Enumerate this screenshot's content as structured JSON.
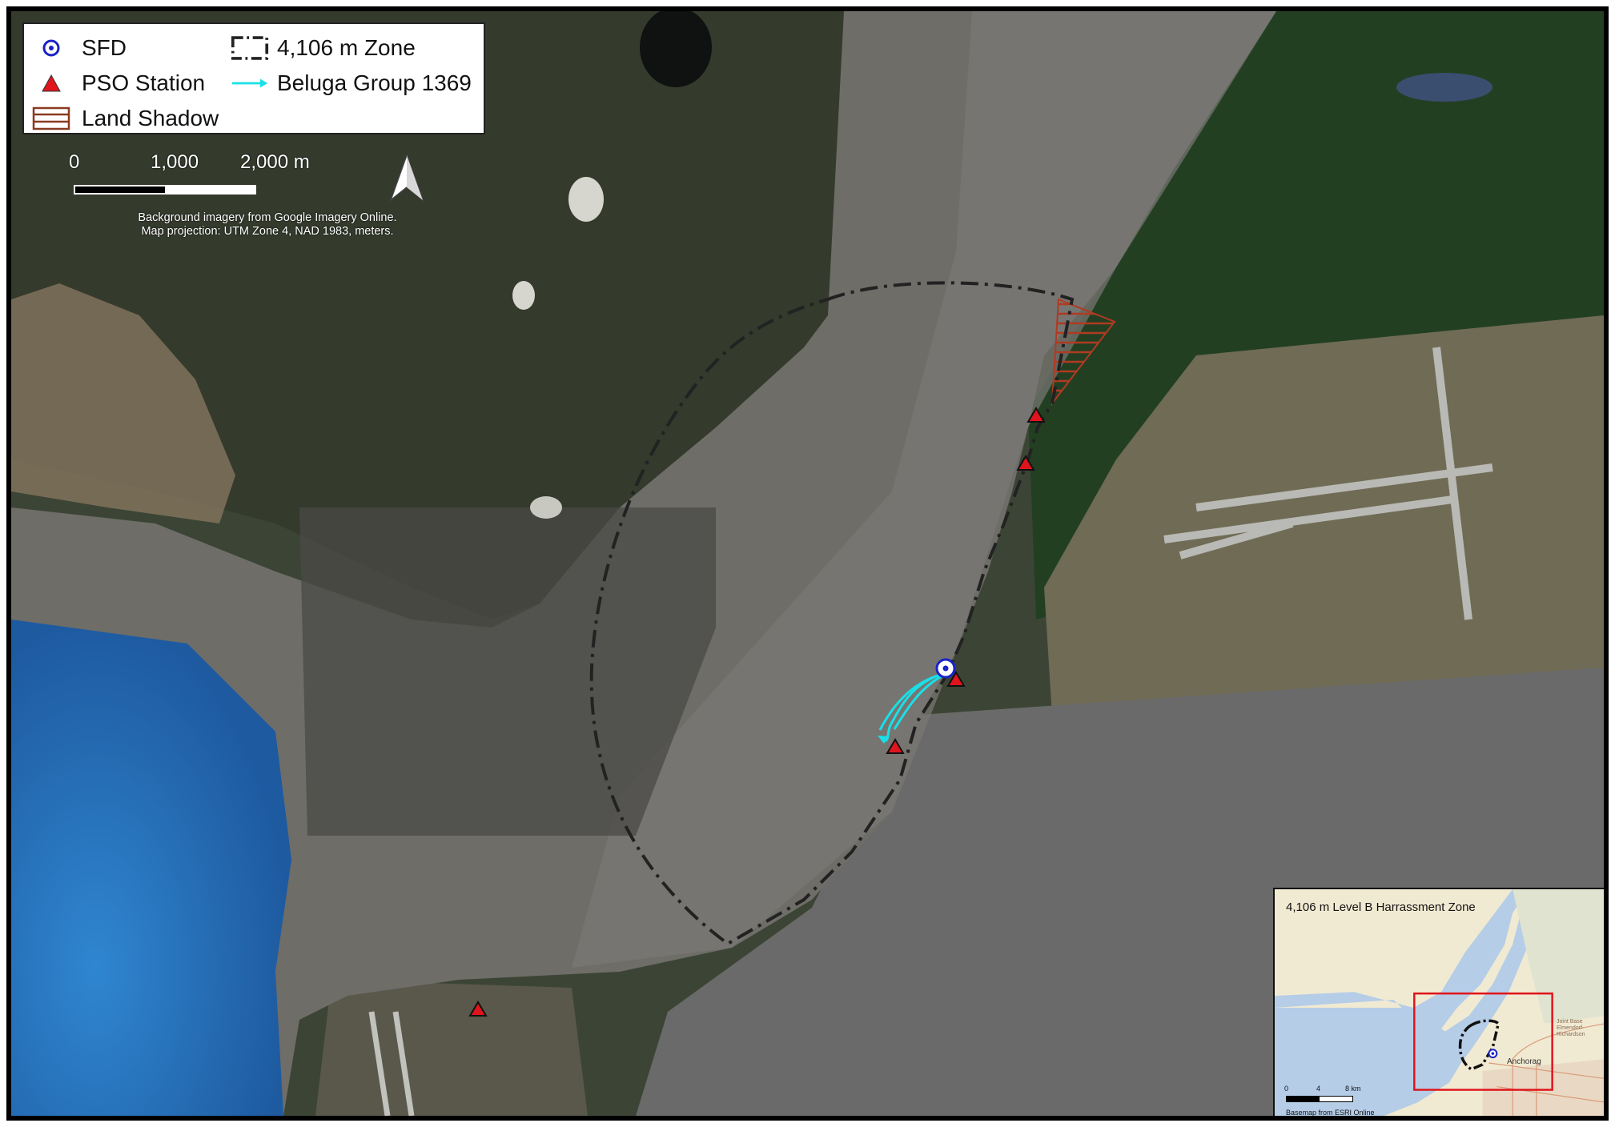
{
  "legend": {
    "items": [
      {
        "label": "SFD",
        "symbol": "target-circle",
        "color": "#1a22c8"
      },
      {
        "label": "4,106 m Zone",
        "symbol": "dashed-rectangle",
        "color": "#222222"
      },
      {
        "label": "PSO Station",
        "symbol": "triangle",
        "color": "#e0141c"
      },
      {
        "label": "Beluga Group 1369",
        "symbol": "arrow",
        "color": "#19e0e8"
      },
      {
        "label": "Land Shadow",
        "symbol": "hatched-rectangle",
        "color": "#8b3a22"
      }
    ]
  },
  "scale_bar": {
    "labels": [
      "0",
      "1,000",
      "2,000 m"
    ]
  },
  "credits": [
    "Background imagery from Google Imagery Online.",
    "Map projection: UTM Zone 4, NAD 1983, meters."
  ],
  "inset": {
    "title": "4,106 m Level B Harrassment Zone",
    "scale_labels": [
      "0",
      "4",
      "8 km"
    ],
    "credit": "Basemap from ESRI Online",
    "city_label": "Anchorag",
    "base_label": [
      "Joint Base",
      "Elmendorf-Richardson"
    ]
  },
  "colors": {
    "water": "#6e6d68",
    "ocean": "#2f7fc8",
    "forest": "#1f3b1f",
    "zone_outline": "#222222",
    "pso_station": "#e0141c",
    "beluga": "#19e0e8",
    "land_shadow": "#b03a22",
    "inset_extent": "#e0141c"
  }
}
